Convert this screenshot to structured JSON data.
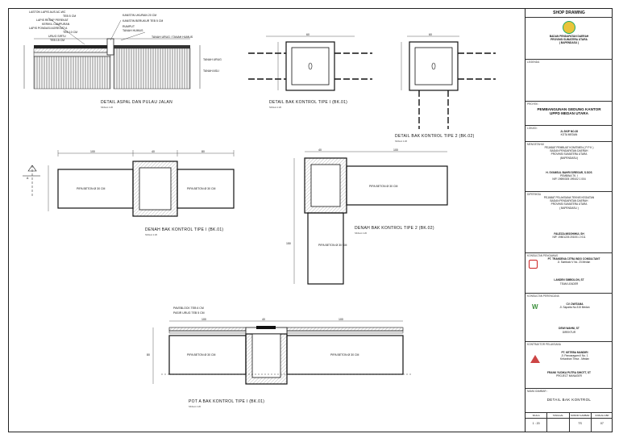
{
  "title_block": {
    "header": "SHOP DRAWING",
    "agency_line1": "BADAN PENDAPATAN DAERAH",
    "agency_line2": "PROVINSI SUMATERA UTARA",
    "agency_line3": "( BAPENDASU )",
    "legend_label": "LEGENDA",
    "project_label": "PROYEK :",
    "project_line1": "PEMBANGUNAN GEDUNG KANTOR",
    "project_line2": "UPPD MEDAN UTARA",
    "location_label": "LOKASI :",
    "location_line1": "JL.SKIP NO.28",
    "location_line2": "KOTA MEDAN",
    "approve_label": "MENGETAHUI",
    "ppk_line1": "PEJABAT PEMBUAT KOMITMEN ( P P K )",
    "ppk_line2": "BADAN PENDAPATAN DAERAH",
    "ppk_line3": "PROVINSI SUMATERA UTARA",
    "ppk_line4": "(BAPENDASU)",
    "ppk_name": "H. SYAMSUL BAHRI SIREGAR, S.SOS",
    "ppk_rank": "PEMBINA TK. I",
    "ppk_nip": "NIP. 19690305 199102 1 004",
    "pptk_label": "DIPERIKSA",
    "pptk_line1": "PEJABAT PELAKSANA TEKNIS KEGIATAN",
    "pptk_line2": "BADAN PENDAPATAN DAERAH",
    "pptk_line3": "PROVINSI SUMATERA UTARA",
    "pptk_line4": "( BAPENDASU )",
    "pptk_name": "FAUZIZA MISGHIHUL SH",
    "pptk_nip": "NIP. 19801226 201001 2 011",
    "supervisor_label": "KONSULTAN PENGAWAS",
    "supervisor_company": "PT. TRANSENA CITRA INDO CONSULTANT",
    "supervisor_address": "Jl. Sambalo V No. 23 Medan",
    "supervisor_person": "LANDEN SIMBOLON, ST",
    "supervisor_role": "TEAM LEADER",
    "planner_label": "KONSULTAN PERENCANA",
    "planner_company": "CV. DWITAMA",
    "planner_address": "Jl. Saparta No.315 Medan",
    "planner_person": "DEWI WAHNI, ST",
    "planner_role": "DIREKTUR",
    "contractor_label": "KONTRAKTOR PELAKSANA",
    "contractor_company": "PT. KETEBA MANDIRI",
    "contractor_address1": "Jl. Pancaragam II No. 1",
    "contractor_address2": "Kelurahan Timur - Medan",
    "contractor_person": "FRANK YUDIKA PUTRA SIHOTT, ST",
    "contractor_role": "PROJECT MANAGER",
    "drawing_label": "NAMA GAMBAR :",
    "drawing_name": "DETAIL BAK KONTROL",
    "scale_label": "SKALA",
    "sheet_label": "TANGGAL",
    "code_label": "NOMOR GAMBAR",
    "pages_label": "JUMLAH LBR",
    "scale_value": "1 : 20",
    "code_value": "TS",
    "pages_value": "07"
  },
  "drawings": {
    "d1": {
      "title": "DETAIL ASPAL DAN PULAU JALAN",
      "scale": "SKALA 1:20"
    },
    "d2": {
      "title": "DETAIL BAK KONTROL TIPE I (BK.01)",
      "scale": "SKALA 1:20"
    },
    "d3": {
      "title": "DETAIL BAK KONTROL TIPE 2 (BK.02)",
      "scale": "SKALA 1:20"
    },
    "d4": {
      "title": "DENAH BAK KONTROL TIPE I (BK.01)",
      "scale": "SKALA 1:20"
    },
    "d5": {
      "title": "DENAH BAK KONTROL TIPE 2 (BK.02)",
      "scale": "SKALA 1:20"
    },
    "d6": {
      "title": "POT A BAK KONTROL TIPE I (BK.01)",
      "scale": "SKALA 1:20"
    }
  },
  "notes": {
    "layer1": "LASTON LAPIS AUS AC-WC",
    "layer2": "TEB 5 CM",
    "layer3": "LAPIS RESAP PEREKAT",
    "layer4": "KERIKIL CAMPURAN",
    "layer5": "LAPIS PONDASI AGREGAT A",
    "layer6": "TEB 10 CM",
    "layer7": "URUG SIRTU",
    "layer8": "TEB 15 CM",
    "right1": "KANSTIN UKURAN 20 CM",
    "right2": "KANSTIN BERUKUR TEB 5 CM",
    "right3": "RUMPUT",
    "right4": "TANAH HUMUS",
    "right5": "TANAH URUG",
    "right6": "TANAH ASLI",
    "right7": "TANAH URUG / TANAH HUMUS",
    "pave1": "PAVEBLOCK TEB 6 CM",
    "pave2": "PASIR URUG TEB 5 CM",
    "pipe1": "PIPA BETON Ø 30 CM",
    "pipe2": "PIPA BETON Ø 30 CM",
    "pipe3": "PIPA BETON Ø 30 CM",
    "pipe4": "PIPA BETON Ø 30 CM",
    "pipe5": "PIPA BETON Ø 30 CM",
    "pipe6": "PIPA BETON Ø 30 CM",
    "section_a": "A",
    "dim_100": "100",
    "dim_40": "40",
    "dim_80": "80",
    "dim_10": "10",
    "dim_60": "60",
    "dim_150": "150",
    "dim_200": "200"
  }
}
